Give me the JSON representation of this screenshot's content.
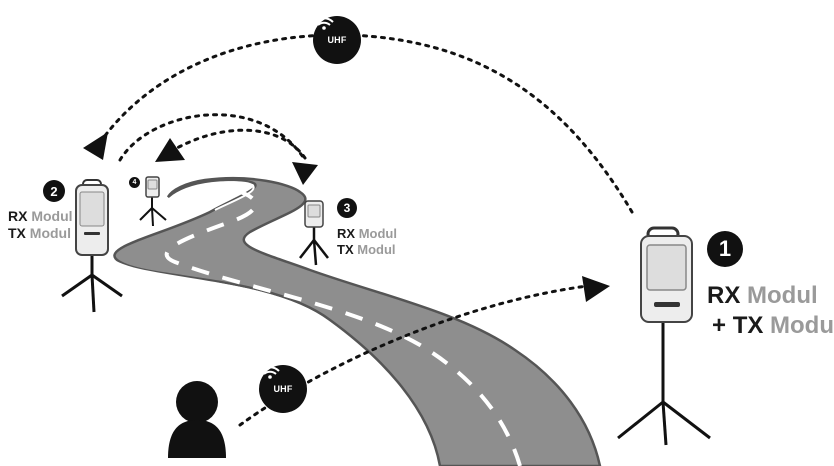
{
  "devices": [
    {
      "number": "1",
      "line1_rx": "RX",
      "line1_mod": "Modul",
      "line2_plus": "+",
      "line2_tx": "TX",
      "line2_mod": "Modul"
    },
    {
      "number": "2",
      "line1_rx": "RX",
      "line1_mod": "Modul",
      "line2_tx": "TX",
      "line2_mod": "Modul"
    },
    {
      "number": "3",
      "line1_rx": "RX",
      "line1_mod": "Modul",
      "line2_tx": "TX",
      "line2_mod": "Modul"
    },
    {
      "number": "4"
    }
  ],
  "uhf_badges": [
    {
      "label": "UHF"
    },
    {
      "label": "UHF"
    }
  ],
  "icons": [
    "speaker-on-tripod",
    "person-icon",
    "wifi-icon",
    "road"
  ],
  "colors": {
    "road": "#8e8e8e",
    "road_edge": "#5f5f5f",
    "ink": "#111111",
    "module_text": "#9a9a9a",
    "speaker_body": "#ededed"
  }
}
